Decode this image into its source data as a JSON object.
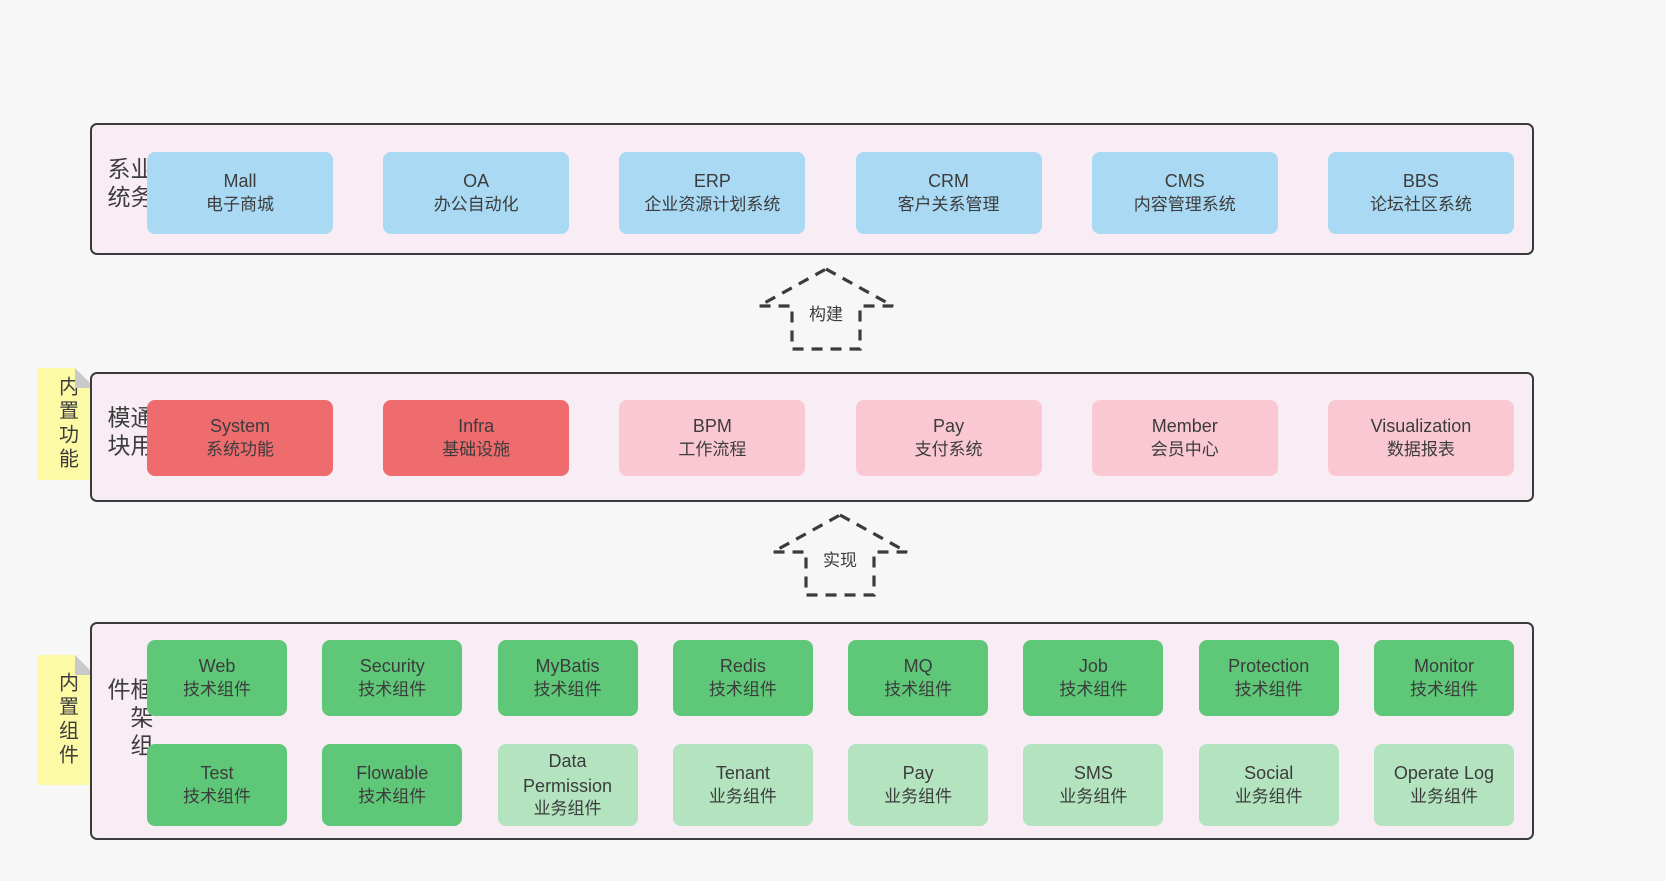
{
  "colors": {
    "page_bg": "#f7f7f7",
    "layer_bg": "#f8edf5",
    "layer_border": "#3b3b3b",
    "blue_box": "#a9d9f3",
    "red_box": "#ee6b6e",
    "pink_box": "#f9c8d3",
    "green_box": "#5ec878",
    "light_green_box": "#b3e3bf",
    "yellow_note": "#fcfaa5",
    "text": "#3c3c3c"
  },
  "layers": [
    {
      "label": "业务系统",
      "boxes": [
        {
          "name": "Mall",
          "sub": "电子商城",
          "type": "blue"
        },
        {
          "name": "OA",
          "sub": "办公自动化",
          "type": "blue"
        },
        {
          "name": "ERP",
          "sub": "企业资源计划系统",
          "type": "blue"
        },
        {
          "name": "CRM",
          "sub": "客户关系管理",
          "type": "blue"
        },
        {
          "name": "CMS",
          "sub": "内容管理系统",
          "type": "blue"
        },
        {
          "name": "BBS",
          "sub": "论坛社区系统",
          "type": "blue"
        }
      ]
    },
    {
      "label": "通用模块",
      "note": "内置功能",
      "boxes": [
        {
          "name": "System",
          "sub": "系统功能",
          "type": "red"
        },
        {
          "name": "Infra",
          "sub": "基础设施",
          "type": "red"
        },
        {
          "name": "BPM",
          "sub": "工作流程",
          "type": "pink"
        },
        {
          "name": "Pay",
          "sub": "支付系统",
          "type": "pink"
        },
        {
          "name": "Member",
          "sub": "会员中心",
          "type": "pink"
        },
        {
          "name": "Visualization",
          "sub": "数据报表",
          "type": "pink"
        }
      ]
    },
    {
      "label": "框架组件",
      "note": "内置组件",
      "rows": [
        [
          {
            "name": "Web",
            "sub": "技术组件",
            "type": "green"
          },
          {
            "name": "Security",
            "sub": "技术组件",
            "type": "green"
          },
          {
            "name": "MyBatis",
            "sub": "技术组件",
            "type": "green"
          },
          {
            "name": "Redis",
            "sub": "技术组件",
            "type": "green"
          },
          {
            "name": "MQ",
            "sub": "技术组件",
            "type": "green"
          },
          {
            "name": "Job",
            "sub": "技术组件",
            "type": "green"
          },
          {
            "name": "Protection",
            "sub": "技术组件",
            "type": "green"
          },
          {
            "name": "Monitor",
            "sub": "技术组件",
            "type": "green"
          }
        ],
        [
          {
            "name": "Test",
            "sub": "技术组件",
            "type": "green"
          },
          {
            "name": "Flowable",
            "sub": "技术组件",
            "type": "green"
          },
          {
            "name": "Data Permission",
            "sub": "业务组件",
            "type": "light-green"
          },
          {
            "name": "Tenant",
            "sub": "业务组件",
            "type": "light-green"
          },
          {
            "name": "Pay",
            "sub": "业务组件",
            "type": "light-green"
          },
          {
            "name": "SMS",
            "sub": "业务组件",
            "type": "light-green"
          },
          {
            "name": "Social",
            "sub": "业务组件",
            "type": "light-green"
          },
          {
            "name": "Operate Log",
            "sub": "业务组件",
            "type": "light-green"
          }
        ]
      ]
    }
  ],
  "arrows": [
    {
      "label": "构建"
    },
    {
      "label": "实现"
    }
  ]
}
